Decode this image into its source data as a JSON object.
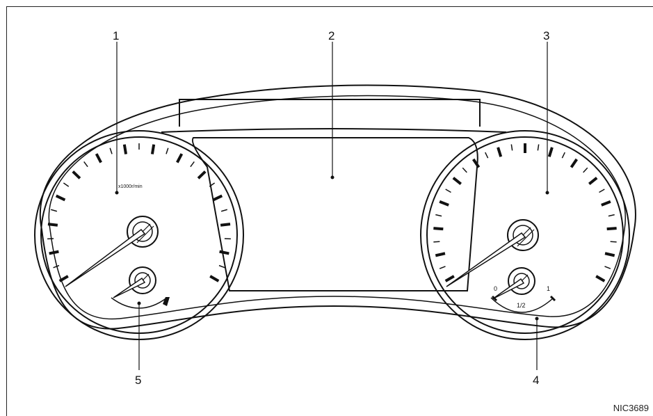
{
  "figure_code": "NIC3689",
  "callouts": [
    {
      "id": "1",
      "label": "1"
    },
    {
      "id": "2",
      "label": "2"
    },
    {
      "id": "3",
      "label": "3"
    },
    {
      "id": "4",
      "label": "4"
    },
    {
      "id": "5",
      "label": "5"
    }
  ],
  "tachometer": {
    "unit_label": "x1000r/min"
  },
  "fuel_gauge": {
    "empty_label": "0",
    "half_label": "1/2",
    "full_label": "1"
  }
}
